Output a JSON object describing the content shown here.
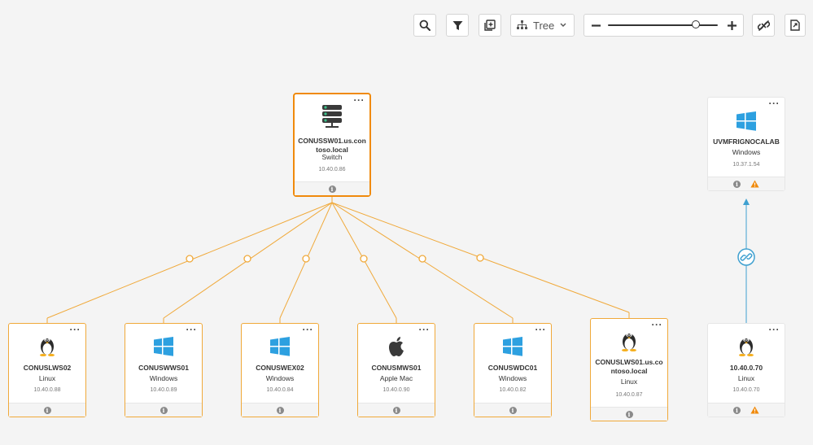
{
  "toolbar": {
    "view_mode": "Tree",
    "zoom_level_fraction": 0.8
  },
  "colors": {
    "accent_orange": "#f0a93a",
    "selected_border": "#f08a0c",
    "link_blue": "#3fa0d0",
    "windows_blue": "#2da0e0",
    "warning_orange": "#f08a0c"
  },
  "nodes": {
    "switch": {
      "name": "CONUSSW01.us.contoso.local",
      "type": "Switch",
      "ip": "10.40.0.86",
      "icon": "switch-icon"
    },
    "lws02": {
      "name": "CONUSLWS02",
      "os": "Linux",
      "ip": "10.40.0.88",
      "icon": "linux-icon"
    },
    "wws01": {
      "name": "CONUSWWS01",
      "os": "Windows",
      "ip": "10.40.0.89",
      "icon": "windows-icon"
    },
    "wex02": {
      "name": "CONUSWEX02",
      "os": "Windows",
      "ip": "10.40.0.84",
      "icon": "windows-icon"
    },
    "mws01": {
      "name": "CONUSMWS01",
      "os": "Apple Mac",
      "ip": "10.40.0.90",
      "icon": "apple-icon"
    },
    "wdc01": {
      "name": "CONUSWDC01",
      "os": "Windows",
      "ip": "10.40.0.82",
      "icon": "windows-icon"
    },
    "lws01": {
      "name": "CONUSLWS01.us.contoso.local",
      "os": "Linux",
      "ip": "10.40.0.87",
      "icon": "linux-icon"
    },
    "uvm": {
      "name": "UVMFRIGNOCALAB",
      "os": "Windows",
      "ip": "10.37.1.54",
      "icon": "windows-icon"
    },
    "linux70": {
      "name": "10.40.0.70",
      "os": "Linux",
      "ip": "10.40.0.70",
      "icon": "linux-icon"
    }
  }
}
